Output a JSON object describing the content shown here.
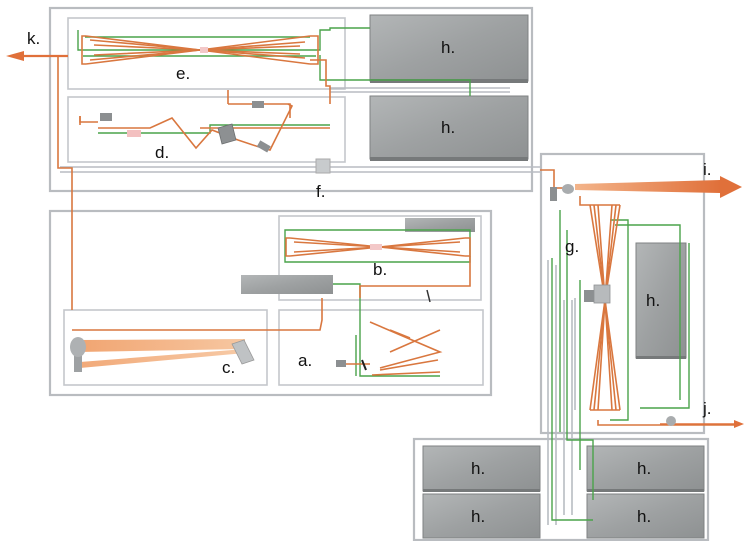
{
  "labels": {
    "a": "a.",
    "b": "b.",
    "c": "c.",
    "d": "d.",
    "e": "e.",
    "f": "f.",
    "g": "g.",
    "h": "h.",
    "i": "i.",
    "j": "j.",
    "k": "k."
  },
  "colors": {
    "beam": "#d9773f",
    "green_line": "#4aa34a",
    "frame": "#b9bcc0",
    "module_block": "#9a9d9f"
  }
}
